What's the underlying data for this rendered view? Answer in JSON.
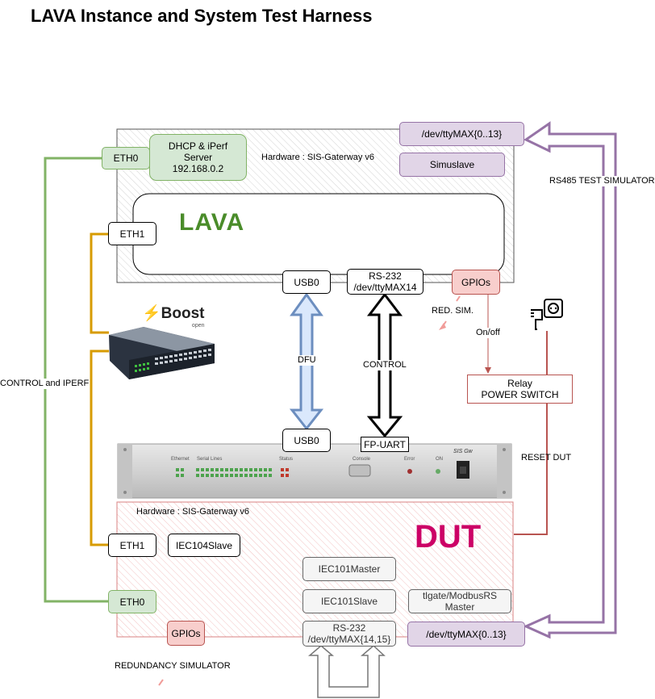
{
  "title": "LAVA Instance and System Test Harness",
  "lava_host": {
    "hardware_label": "Hardware : SIS-Gaterway v6",
    "logo_text": "LAVA",
    "eth0": "ETH0",
    "dhcp": "DHCP & iPerf\nServer\n192.168.0.2",
    "eth1": "ETH1",
    "tty": "/dev/ttyMAX{0..13}",
    "simuslave": "Simuslave",
    "usb0": "USB0",
    "rs232": "RS-232\n/dev/ttyMAX14",
    "gpios": "GPIOs"
  },
  "switch": {
    "brand": "Boost",
    "brand_sub": "open"
  },
  "links": {
    "control_iperf": "CONTROL and IPERF",
    "rs485": "RS485 TEST SIMULATOR",
    "dfu": "DFU",
    "control": "CONTROL",
    "red_sim": "RED. SIM.",
    "onoff": "On/off",
    "reset_dut": "RESET DUT",
    "redundancy": "REDUNDANCY SIMULATOR"
  },
  "relay": "Relay\nPOWER SWITCH",
  "dut": {
    "label": "DUT",
    "hardware_label": "Hardware : SIS-Gaterway v6",
    "usb0": "USB0",
    "fp_uart": "FP-UART",
    "eth1": "ETH1",
    "iec104slave": "IEC104Slave",
    "iec101master": "IEC101Master",
    "iec101slave": "IEC101Slave",
    "tlgate": "tlgate/ModbusRS\nMaster",
    "eth0": "ETH0",
    "gpios": "GPIOs",
    "rs232": "RS-232\n/dev/ttyMAX{14,15}",
    "tty": "/dev/ttyMAX{0..13}"
  },
  "panel": {
    "model": "SIS Gw",
    "ethernet": "Ethernet",
    "serial_lines": "Serial Lines",
    "status": "Status",
    "console": "Console",
    "error": "Error",
    "on": "ON"
  },
  "colors": {
    "green_line": "#82b366",
    "orange_line": "#d79b00",
    "purple_line": "#9673a6",
    "red_line": "#b85450",
    "blue_arrow": "#6c8ebf",
    "dut_text": "#cc0066"
  }
}
